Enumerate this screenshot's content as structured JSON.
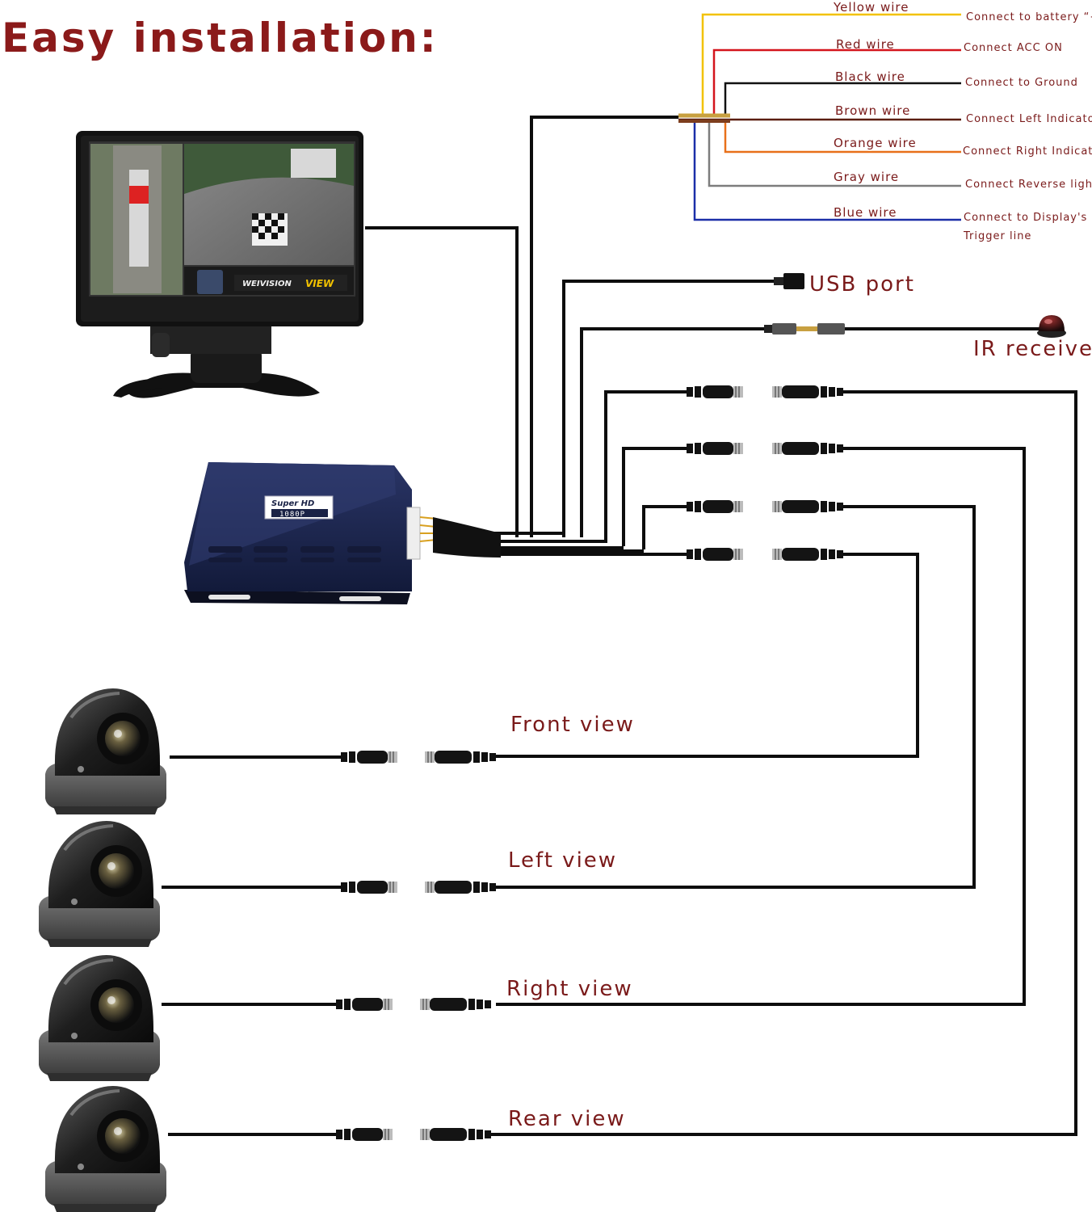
{
  "title": "Easy installation:",
  "colors": {
    "title": "#8b1a1a",
    "label": "#7a1a1a",
    "cable": "#0d0d0d",
    "box": "#1a2246"
  },
  "wires": [
    {
      "label": "Yellow wire",
      "desc": "Connect to battery “+”",
      "color": "#f2c200"
    },
    {
      "label": "Red wire",
      "desc": "Connect ACC  ON",
      "color": "#d4141c"
    },
    {
      "label": "Black wire",
      "desc": "Connect to Ground",
      "color": "#111111"
    },
    {
      "label": "Brown wire",
      "desc": "Connect Left Indicator",
      "color": "#5a1e0e"
    },
    {
      "label": "Orange wire",
      "desc": "Connect Right Indicator",
      "color": "#e8701a"
    },
    {
      "label": "Gray wire",
      "desc": "Connect Reverse light",
      "color": "#7d7d7d"
    },
    {
      "label": "Blue wire",
      "desc_lines": [
        "Connect to Display's",
        "Trigger line"
      ],
      "color": "#1b2fa8"
    }
  ],
  "ports": {
    "usb": "USB port",
    "ir": "IR receiver"
  },
  "box_badge": {
    "line1": "Super HD",
    "line2": "1080P"
  },
  "monitor_badge": {
    "brand": "WEIVISION",
    "view": "VIEW"
  },
  "cameras": [
    {
      "label": "Front view"
    },
    {
      "label": "Left view"
    },
    {
      "label": "Right view"
    },
    {
      "label": "Rear view"
    }
  ]
}
